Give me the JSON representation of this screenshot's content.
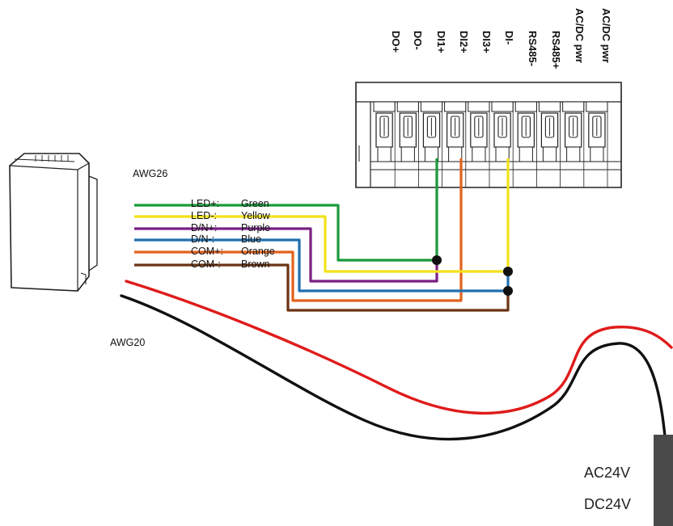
{
  "terminal": {
    "pins": [
      "DO+",
      "DO-",
      "DI1+",
      "DI2+",
      "DI3+",
      "DI-",
      "RS485-",
      "RS485+",
      "AC/DC pwr",
      "AC/DC pwr"
    ]
  },
  "cable": {
    "gauge_signal": "AWG26",
    "gauge_power": "AWG20"
  },
  "wires": [
    {
      "signal": "LED+:",
      "color_name": "Green",
      "hex": "#1a9a3a"
    },
    {
      "signal": "LED-:",
      "color_name": "Yellow",
      "hex": "#f2e21a"
    },
    {
      "signal": "D/N+:",
      "color_name": "Purple",
      "hex": "#7a1f84"
    },
    {
      "signal": "D/N-:",
      "color_name": "Blue",
      "hex": "#1f6fb0"
    },
    {
      "signal": "COM+:",
      "color_name": "Orange",
      "hex": "#e2621c"
    },
    {
      "signal": "COM-:",
      "color_name": "Brown",
      "hex": "#6b3414"
    }
  ],
  "power_supply": {
    "line1": "AC24V",
    "line2": "DC24V"
  },
  "colors": {
    "power_red": "#e01b1b",
    "power_black": "#111111",
    "connector_body": "#ffffff",
    "psu_body": "#4a4a4a"
  }
}
